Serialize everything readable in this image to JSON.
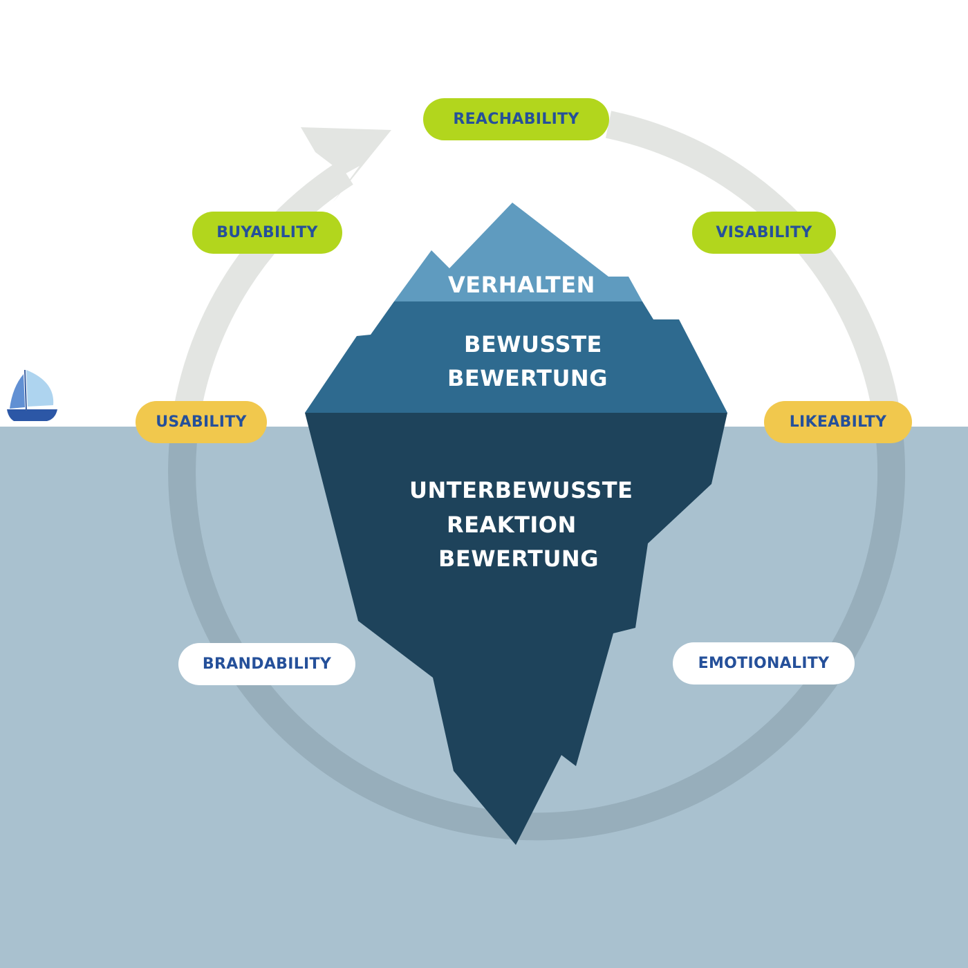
{
  "colors": {
    "water": "#a9c1cf",
    "ring_above": "#e3e5e2",
    "ring_below": "#97aebb",
    "ice_top": "#5f9bbf",
    "ice_middle": "#2e6a8f",
    "ice_bottom": "#1e435b",
    "green_pill": "#b2d61d",
    "yellow_pill": "#f1c84d",
    "white_pill": "#ffffff",
    "pill_text": "#25509a"
  },
  "cycle": {
    "top": "REACHABILITY",
    "right_upper": "VISABILITY",
    "right_middle": "LIKEABILTY",
    "right_lower": "EMOTIONALITY",
    "left_lower": "BRANDABILITY",
    "left_middle": "USABILITY",
    "left_upper": "BUYABILITY"
  },
  "iceberg": {
    "tip": "VERHALTEN",
    "middle_line1": "BEWUSSTE",
    "middle_line2": "BEWERTUNG",
    "bottom_line1": "UNTERBEWUSSTE",
    "bottom_line2": "REAKTION",
    "bottom_line3": "BEWERTUNG"
  },
  "icons": {
    "boat": "sailboat-icon",
    "arrow": "cycle-arrow-head"
  }
}
